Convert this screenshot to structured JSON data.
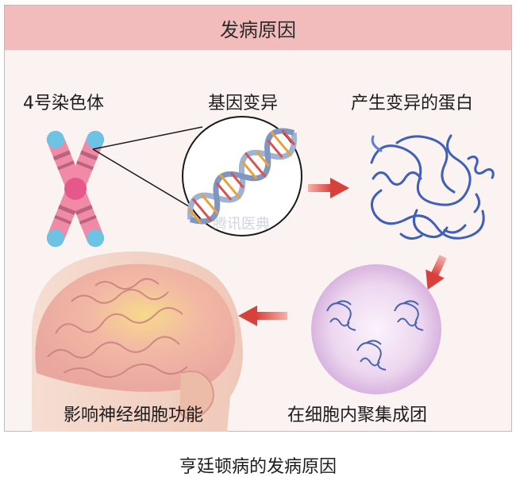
{
  "header": {
    "title": "发病原因"
  },
  "steps": [
    {
      "label": "4号染色体"
    },
    {
      "label": "基因变异"
    },
    {
      "label": "产生变异的蛋白"
    },
    {
      "label": "在细胞内聚集成团"
    },
    {
      "label": "影响神经细胞功能"
    }
  ],
  "caption": "亨廷顿病的发病原因",
  "watermark": "腾讯医典",
  "colors": {
    "header": "#f3bcbc",
    "arrow": "#d84a45",
    "protein": "#3f5fb8",
    "chromosome": "#f08aa6",
    "chromosome_tip": "#6cc3e4"
  }
}
